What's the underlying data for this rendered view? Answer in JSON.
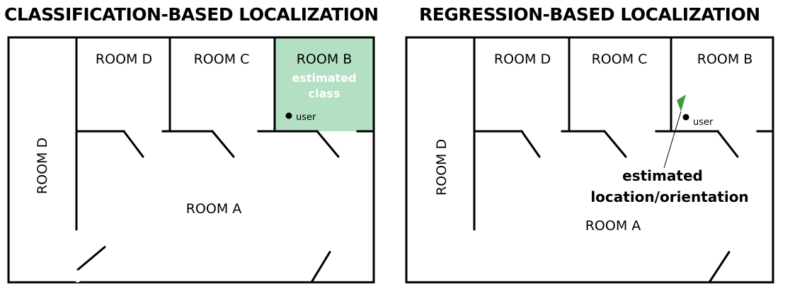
{
  "titles": {
    "left": "CLASSIFICATION-BASED LOCALIZATION",
    "right": "REGRESSION-BASED LOCALIZATION"
  },
  "rooms": {
    "a": "ROOM A",
    "b": "ROOM B",
    "c": "ROOM C",
    "d": "ROOM D"
  },
  "labels": {
    "user": "user",
    "estimated_class_line1": "estimated",
    "estimated_class_line2": "class",
    "estimated_loc_line1": "estimated",
    "estimated_loc_line2": "location/orientation"
  },
  "colors": {
    "highlight": "#b3dfc3",
    "marker": "#3c9a3c",
    "wall": "#000000"
  }
}
